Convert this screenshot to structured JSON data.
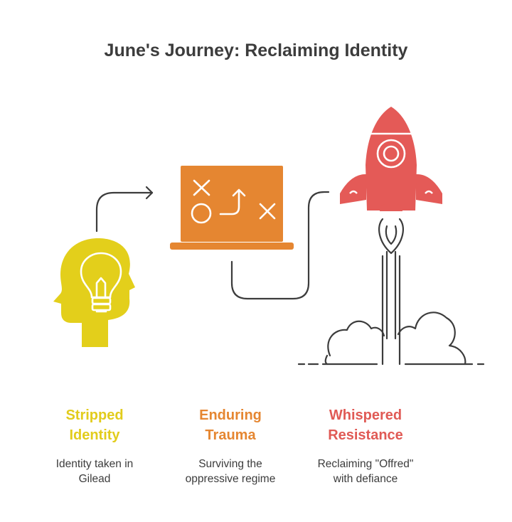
{
  "title": "June's Journey: Reclaiming Identity",
  "colors": {
    "yellow": "#e3cf1b",
    "orange": "#e58631",
    "red": "#e45a57",
    "stroke": "#3c3c3c"
  },
  "steps": [
    {
      "icon": "lightbulb-head-icon",
      "title_line1": "Stripped",
      "title_line2": "Identity",
      "desc_line1": "Identity taken in",
      "desc_line2": "Gilead"
    },
    {
      "icon": "strategy-board-icon",
      "title_line1": "Enduring",
      "title_line2": "Trauma",
      "desc_line1": "Surviving the",
      "desc_line2": "oppressive regime"
    },
    {
      "icon": "rocket-launch-icon",
      "title_line1": "Whispered",
      "title_line2": "Resistance",
      "desc_line1": "Reclaiming \"Offred\"",
      "desc_line2": "with defiance"
    }
  ]
}
